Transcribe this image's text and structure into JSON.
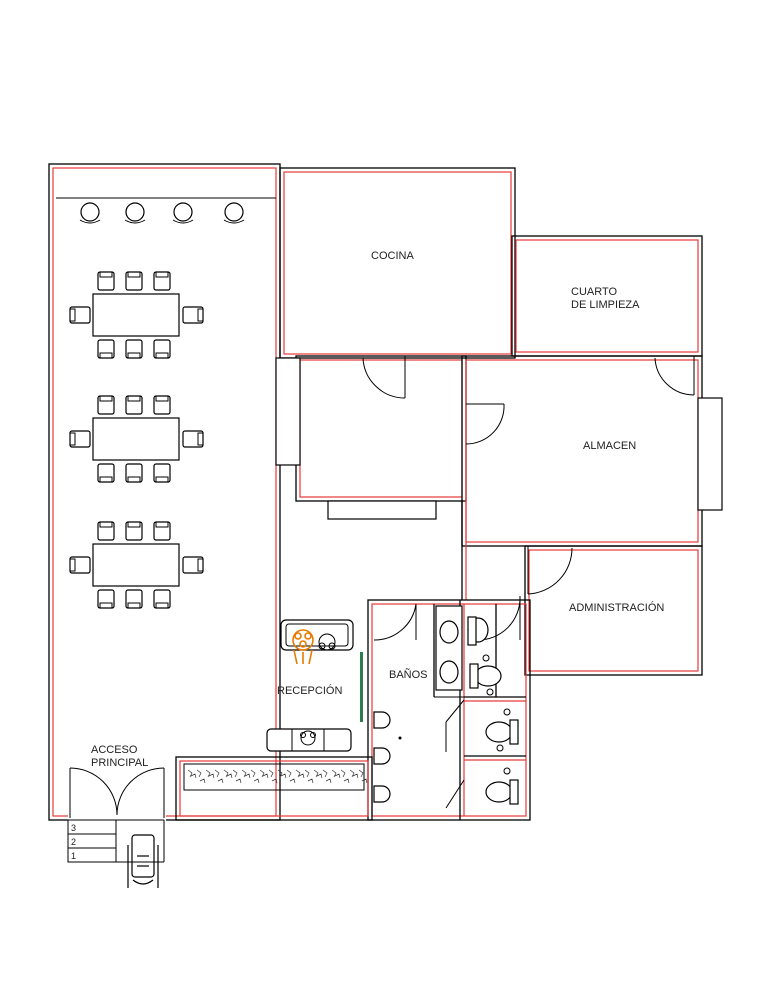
{
  "rooms": {
    "cocina": "COCINA",
    "cuarto_line1": "CUARTO",
    "cuarto_line2": "DE LIMPIEZA",
    "almacen": "ALMACEN",
    "administracion": "ADMINISTRACIÓN",
    "banos": "BAÑOS",
    "recepcion": "RECEPCIÓN",
    "acceso_line1": "ACCESO",
    "acceso_line2": "PRINCIPAL"
  },
  "steps": [
    "3",
    "2",
    "1"
  ],
  "colors": {
    "wall": "#000000",
    "wall_inner": "#e53a3a",
    "reception_chair": "#e87a00",
    "glass_panel": "#2e7d4f"
  }
}
